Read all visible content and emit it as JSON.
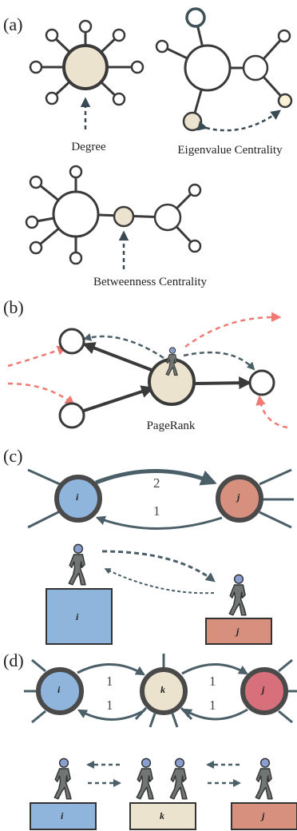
{
  "panels": {
    "a": "(a)",
    "b": "(b)",
    "c": "(c)",
    "d": "(d)"
  },
  "captions": {
    "degree": "Degree",
    "eigen": "Eigenvalue Centrality",
    "betweenness": "Betweenness Centrality",
    "pagerank": "PageRank"
  },
  "node_labels": {
    "i": "i",
    "j": "j",
    "k": "k"
  },
  "edge_weights": {
    "c_top": "2",
    "c_bottom": "1",
    "d_ik_top": "1",
    "d_ik_bottom": "1",
    "d_kj_top": "1",
    "d_kj_bottom": "1"
  },
  "colors": {
    "stroke": "#3a3a3a",
    "highlight_fill": "#ebe3cd",
    "eigen_small_fill": "#fbf1d4",
    "blue": "#8fb5dd",
    "pink": "#d8907e",
    "pink_d": "#d8707b",
    "red_dashed": "#f07a73",
    "slate": "#4b5f68",
    "walker": "#6f7673",
    "walker_head": "#8a9fd0"
  }
}
